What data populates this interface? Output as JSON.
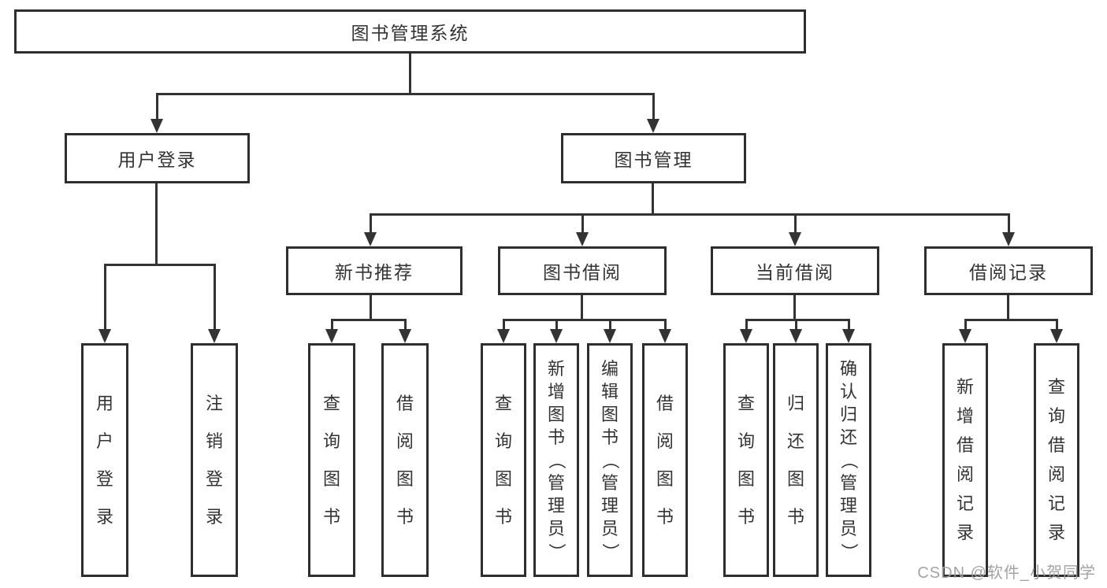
{
  "diagram_type": "functional-structure-tree",
  "tree": {
    "label": "图书管理系统",
    "children": [
      {
        "label": "用户登录",
        "children": [
          {
            "label": "用户登录"
          },
          {
            "label": "注销登录"
          }
        ]
      },
      {
        "label": "图书管理",
        "children": [
          {
            "label": "新书推荐",
            "children": [
              {
                "label": "查询图书"
              },
              {
                "label": "借阅图书"
              }
            ]
          },
          {
            "label": "图书借阅",
            "children": [
              {
                "label": "查询图书"
              },
              {
                "label": "新增图书（管理员）"
              },
              {
                "label": "编辑图书（管理员）"
              },
              {
                "label": "借阅图书"
              }
            ]
          },
          {
            "label": "当前借阅",
            "children": [
              {
                "label": "查询图书"
              },
              {
                "label": "归还图书"
              },
              {
                "label": "确认归还（管理员）"
              }
            ]
          },
          {
            "label": "借阅记录",
            "children": [
              {
                "label": "新增借阅记录"
              },
              {
                "label": "查询借阅记录"
              }
            ]
          }
        ]
      }
    ]
  },
  "watermark": "CSDN @软件_小贺同学",
  "colors": {
    "line": "#333333",
    "box_border": "#2e2e2e",
    "text": "#333333",
    "watermark": "#9e9e9e",
    "background": "#ffffff"
  }
}
